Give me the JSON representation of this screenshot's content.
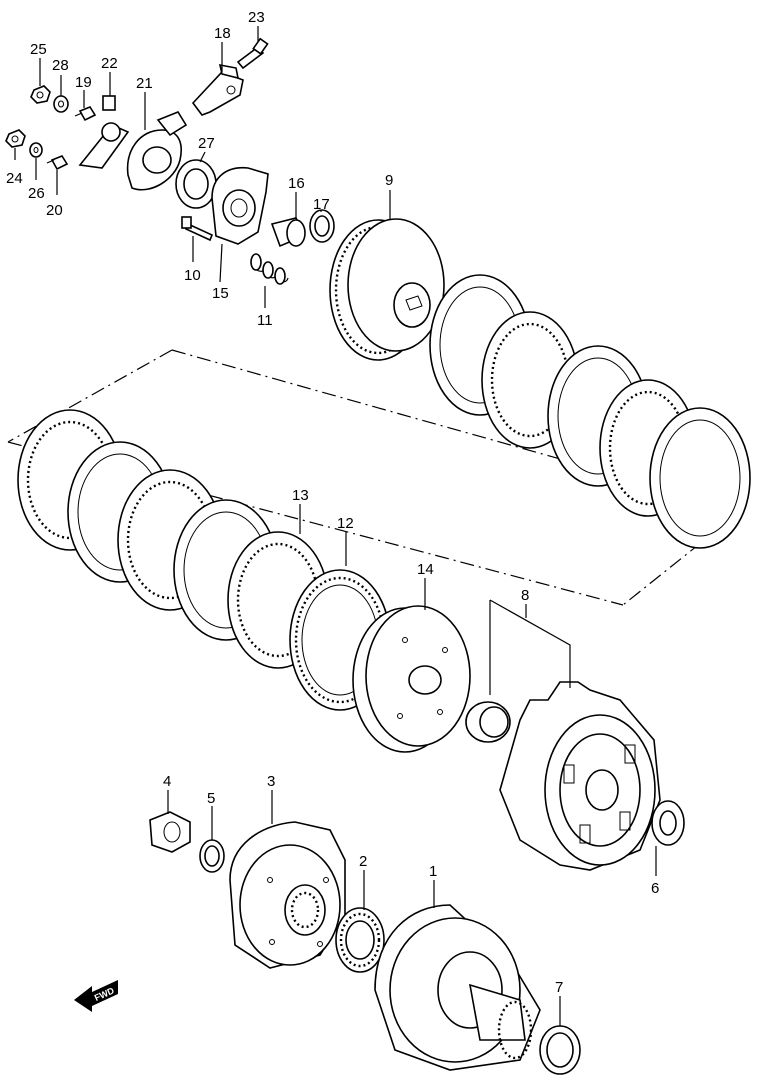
{
  "labels": {
    "p1": "1",
    "p2": "2",
    "p3": "3",
    "p4": "4",
    "p5": "5",
    "p6": "6",
    "p7": "7",
    "p8": "8",
    "p9": "9",
    "p10": "10",
    "p11": "11",
    "p12": "12",
    "p13": "13",
    "p14": "14",
    "p15": "15",
    "p16": "16",
    "p17": "17",
    "p18": "18",
    "p19": "19",
    "p20": "20",
    "p21": "21",
    "p22": "22",
    "p23": "23",
    "p24": "24",
    "p25": "25",
    "p26": "26",
    "p27": "27",
    "p28": "28"
  },
  "fwd_arrow": {
    "text": "FWD"
  }
}
